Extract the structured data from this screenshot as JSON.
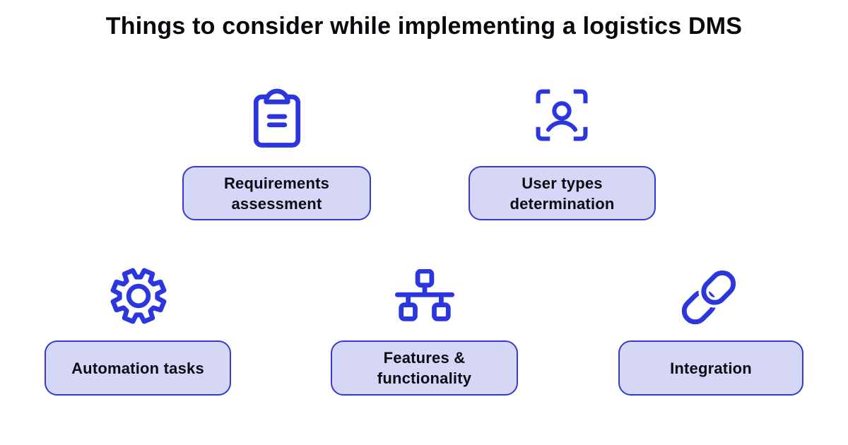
{
  "title": "Things to consider while implementing a logistics DMS",
  "colors": {
    "background": "#ffffff",
    "icon_stroke": "#2c36de",
    "box_fill": "#d6d7f6",
    "box_border": "#3439d2",
    "text": "#0c0c14",
    "title": "#08080d"
  },
  "items": [
    {
      "icon": "clipboard-icon",
      "label": "Requirements\nassessment"
    },
    {
      "icon": "user-scan-icon",
      "label": "User types\ndetermination"
    },
    {
      "icon": "gear-icon",
      "label": "Automation tasks"
    },
    {
      "icon": "sitemap-icon",
      "label": "Features &\nfunctionality"
    },
    {
      "icon": "link-icon",
      "label": "Integration"
    }
  ]
}
